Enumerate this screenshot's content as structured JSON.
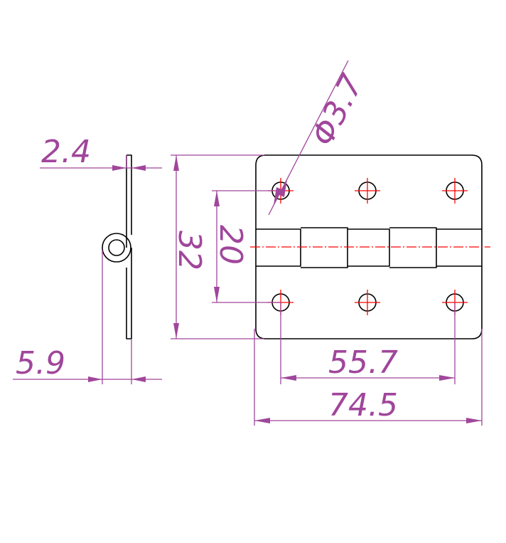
{
  "drawing": {
    "colors": {
      "outline": "#000000",
      "dimension": "#a0469b",
      "centerline": "#ff0000"
    },
    "dimensions": {
      "leaf_thickness": "2.4",
      "knuckle_width": "5.9",
      "overall_height": "32",
      "hole_spacing_vertical": "20",
      "hole_spacing_horizontal": "55.7",
      "overall_width": "74.5",
      "hole_diameter": "Φ3.7"
    }
  }
}
